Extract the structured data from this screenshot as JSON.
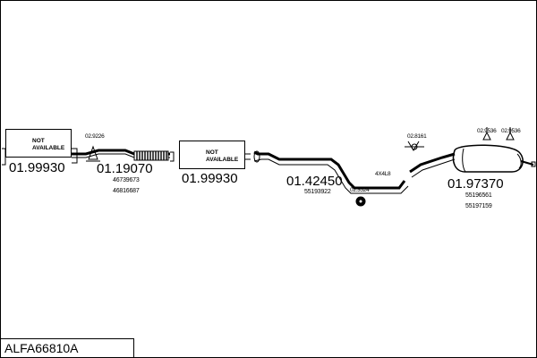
{
  "title": "ALFA66810A",
  "not_available": [
    "NOT",
    "AVAILABLE"
  ],
  "parts": [
    {
      "code": "01.99930"
    },
    {
      "code": "02.9226"
    },
    {
      "code": "01.19070",
      "refs": [
        "46739673",
        "46816687"
      ]
    },
    {
      "code": "01.99930"
    },
    {
      "code": "01.42450",
      "refs": [
        "55193922"
      ]
    },
    {
      "code": "02.3524"
    },
    {
      "code": "02.8161"
    },
    {
      "code": "4X4L8"
    },
    {
      "code": "01.97370",
      "refs": [
        "55196561",
        "55197159"
      ]
    },
    {
      "code": "02.9536"
    },
    {
      "code": "02.9536"
    }
  ]
}
